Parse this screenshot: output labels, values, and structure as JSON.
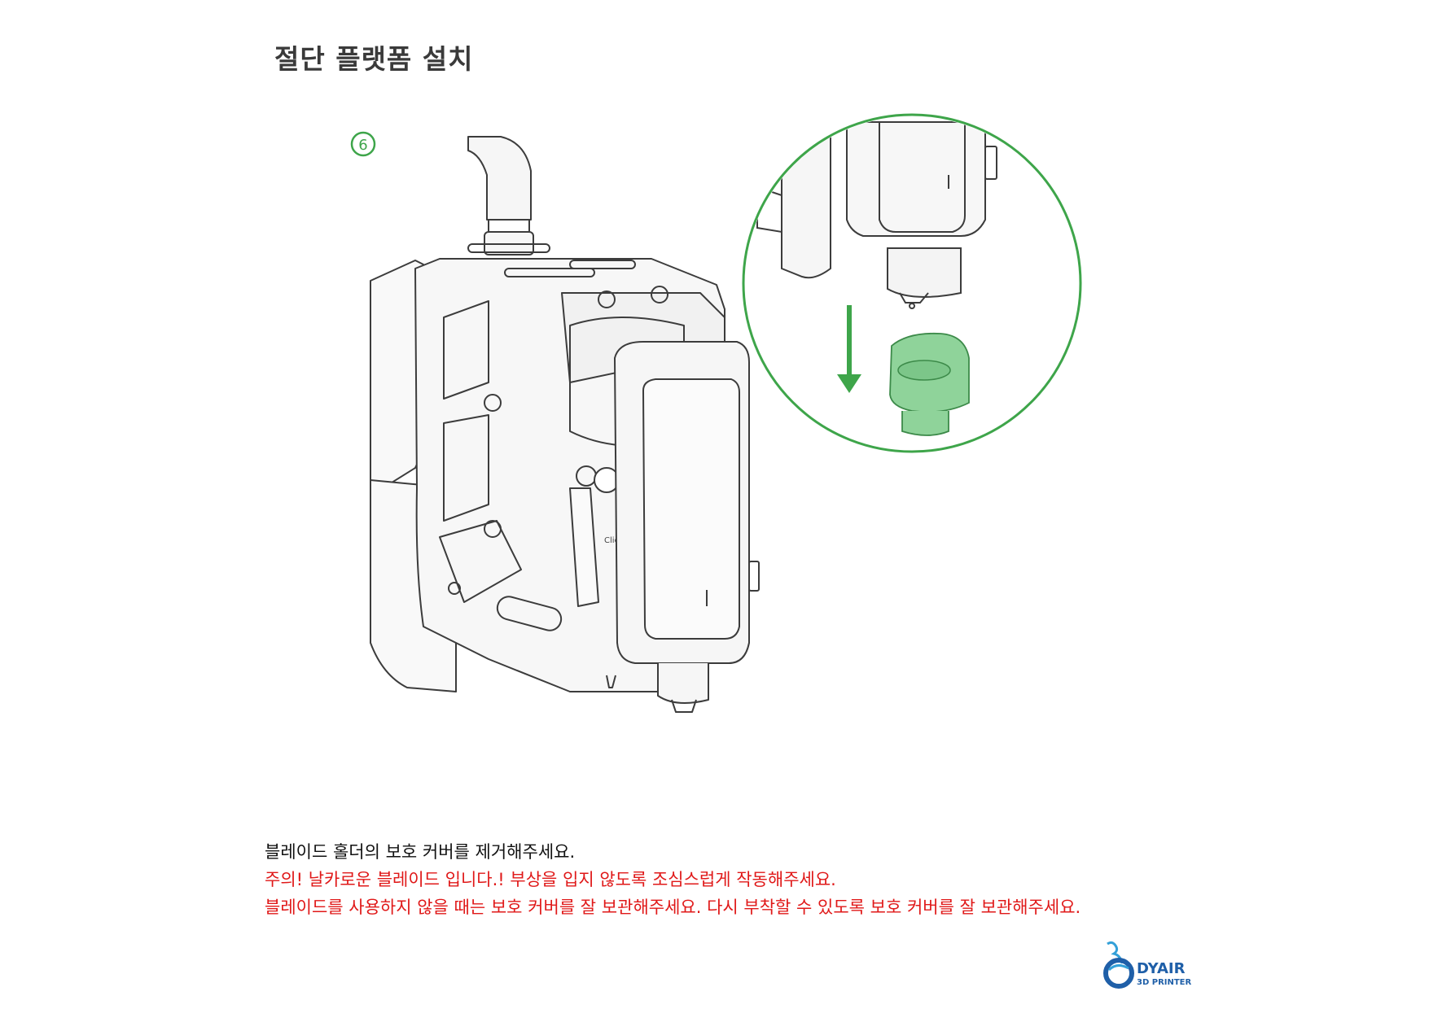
{
  "page": {
    "title": "절단 플랫폼 설치",
    "step_number": "6",
    "colors": {
      "accent_green": "#3ea54a",
      "warning_red": "#e01818",
      "text": "#111111",
      "logo_blue": "#1f5fa8"
    }
  },
  "illustration": {
    "label_click": "Click!"
  },
  "instructions": {
    "line1": "블레이드 홀더의 보호 커버를 제거해주세요.",
    "line2": "주의! 날카로운 블레이드 입니다.! 부상을 입지 않도록 조심스럽게 작동해주세요.",
    "line3": "블레이드를 사용하지 않을 때는 보호 커버를 잘 보관해주세요. 다시 부착할 수 있도록 보호 커버를 잘 보관해주세요."
  },
  "logo": {
    "brand": "DYAIR",
    "sub": "3D PRINTER"
  }
}
